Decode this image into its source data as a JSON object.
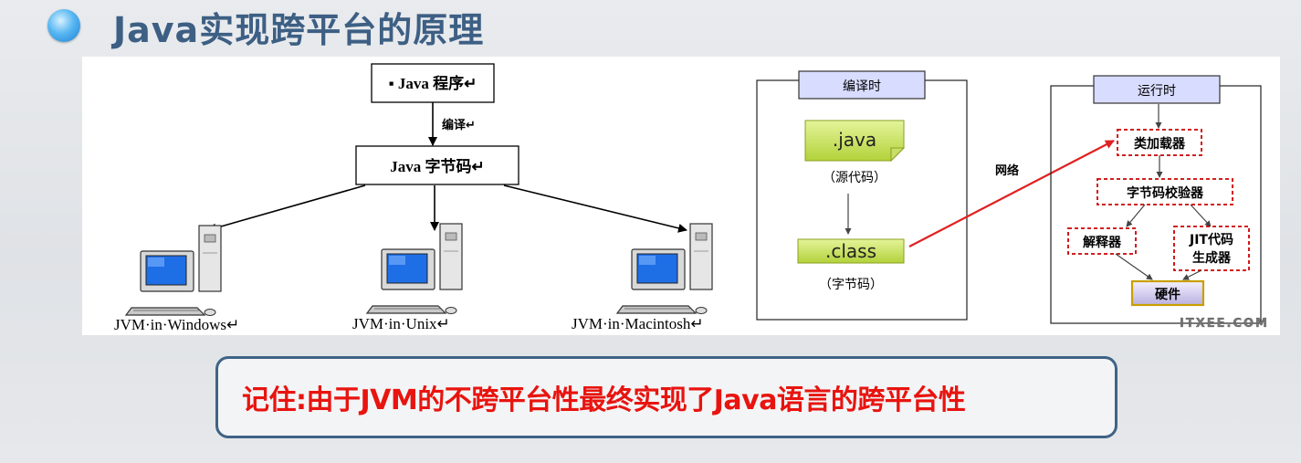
{
  "slide": {
    "title": "Java实现跨平台的原理",
    "note": "记住:由于JVM的不跨平台性最终实现了Java语言的跨平台性"
  },
  "left_diagram": {
    "program": "▪ Java 程序↵",
    "compile": "编译↵",
    "bytecode": "Java 字节码↵",
    "platforms": [
      "JVM·in·Windows↵",
      "JVM·in·Unix↵",
      "JVM·in·Macintosh↵"
    ]
  },
  "right_diagram": {
    "compile_time": "编译时",
    "java_file": ".java",
    "source_code": "（源代码）",
    "class_file": ".class",
    "byte_code": "（字节码）",
    "network": "网络",
    "run_time": "运行时",
    "class_loader": "类加载器",
    "verifier": "字节码校验器",
    "interpreter": "解释器",
    "jit_line1": "JIT代码",
    "jit_line2": "生成器",
    "hardware": "硬件",
    "watermark": "ITXEE.COM"
  },
  "colors": {
    "title": "#3d5f84",
    "note_text": "#e8140f",
    "note_border": "#3f6386",
    "network_arrow": "#e02020",
    "header_fill": "#d8dcff"
  }
}
